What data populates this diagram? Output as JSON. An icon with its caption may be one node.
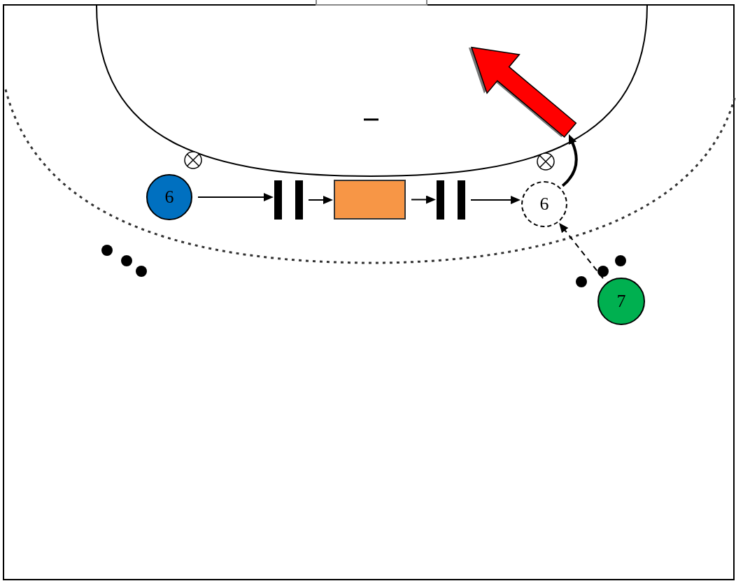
{
  "diagram": {
    "nodes": [
      {
        "text": [
          "6"
        ]
      },
      {
        "text": [],
        "shape": "bar"
      },
      {
        "text": [],
        "shape": "box"
      },
      {
        "text": [],
        "shape": "bar"
      },
      {
        "text": [
          "6"
        ]
      },
      {
        "text": [
          "7"
        ]
      }
    ],
    "edges": [
      {
        "from": 0,
        "to": 1,
        "arrow": "to"
      },
      {
        "from": 1,
        "to": 2,
        "arrow": "to"
      },
      {
        "from": 2,
        "to": 3,
        "arrow": "to"
      },
      {
        "from": 3,
        "to": 4,
        "arrow": "to"
      },
      {
        "from": 5,
        "to": 4,
        "arrow": "to",
        "style": "dashed"
      },
      {
        "from": 4,
        "to": null,
        "arrow": "to",
        "style": "thick"
      }
    ]
  }
}
